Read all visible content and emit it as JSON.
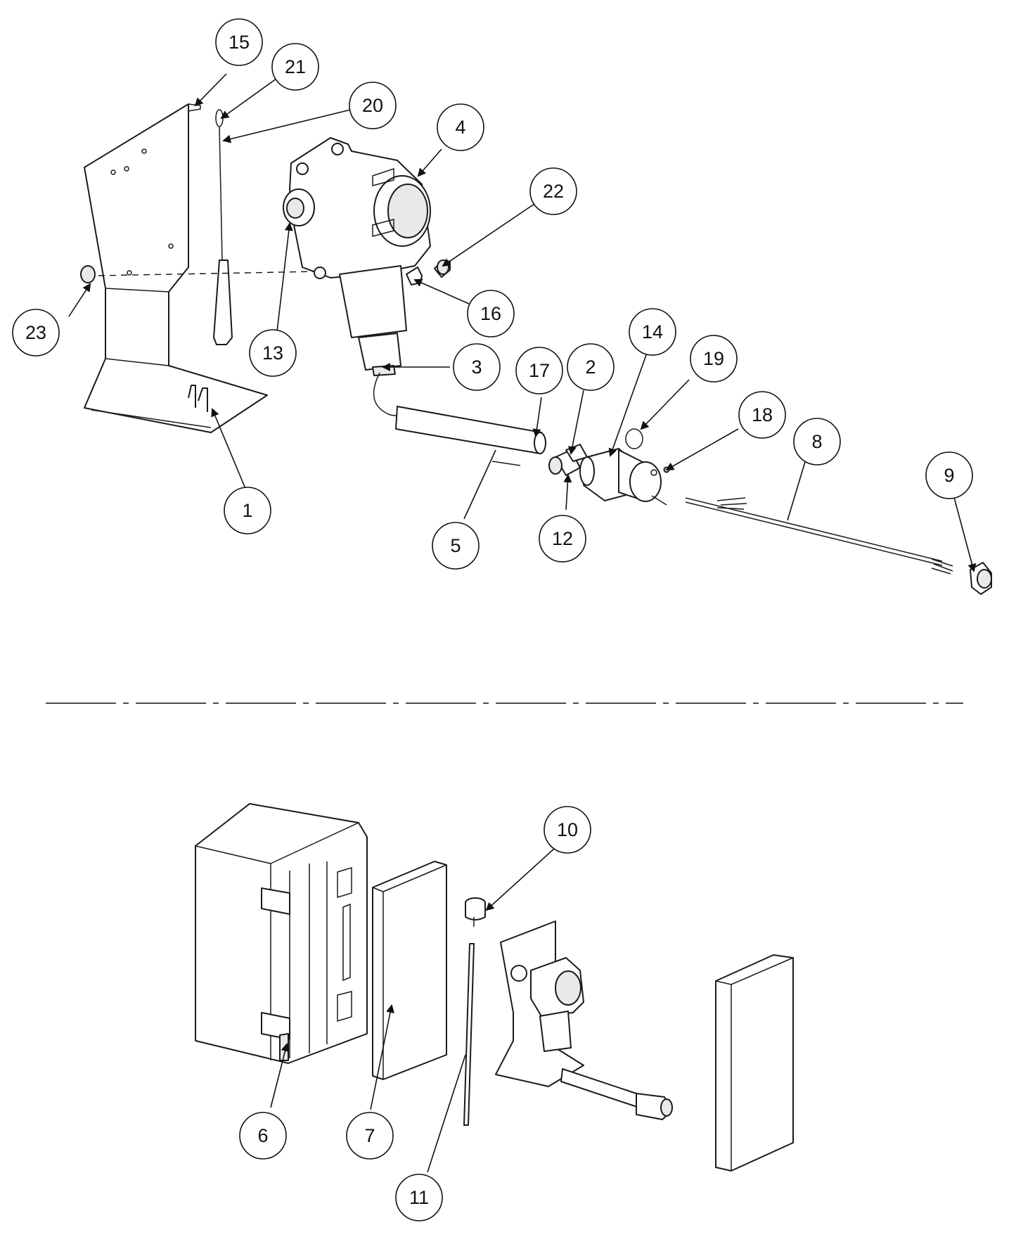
{
  "callouts": {
    "c1": "1",
    "c2": "2",
    "c3": "3",
    "c4": "4",
    "c5": "5",
    "c6": "6",
    "c7": "7",
    "c8": "8",
    "c9": "9",
    "c10": "10",
    "c11": "11",
    "c12": "12",
    "c13": "13",
    "c14": "14",
    "c15": "15",
    "c16": "16",
    "c17": "17",
    "c18": "18",
    "c19": "19",
    "c20": "20",
    "c21": "21",
    "c22": "22",
    "c23": "23"
  },
  "colors": {
    "line": "#1a1a1a",
    "background": "#ffffff",
    "fill_gray": "#e9e9e9"
  }
}
